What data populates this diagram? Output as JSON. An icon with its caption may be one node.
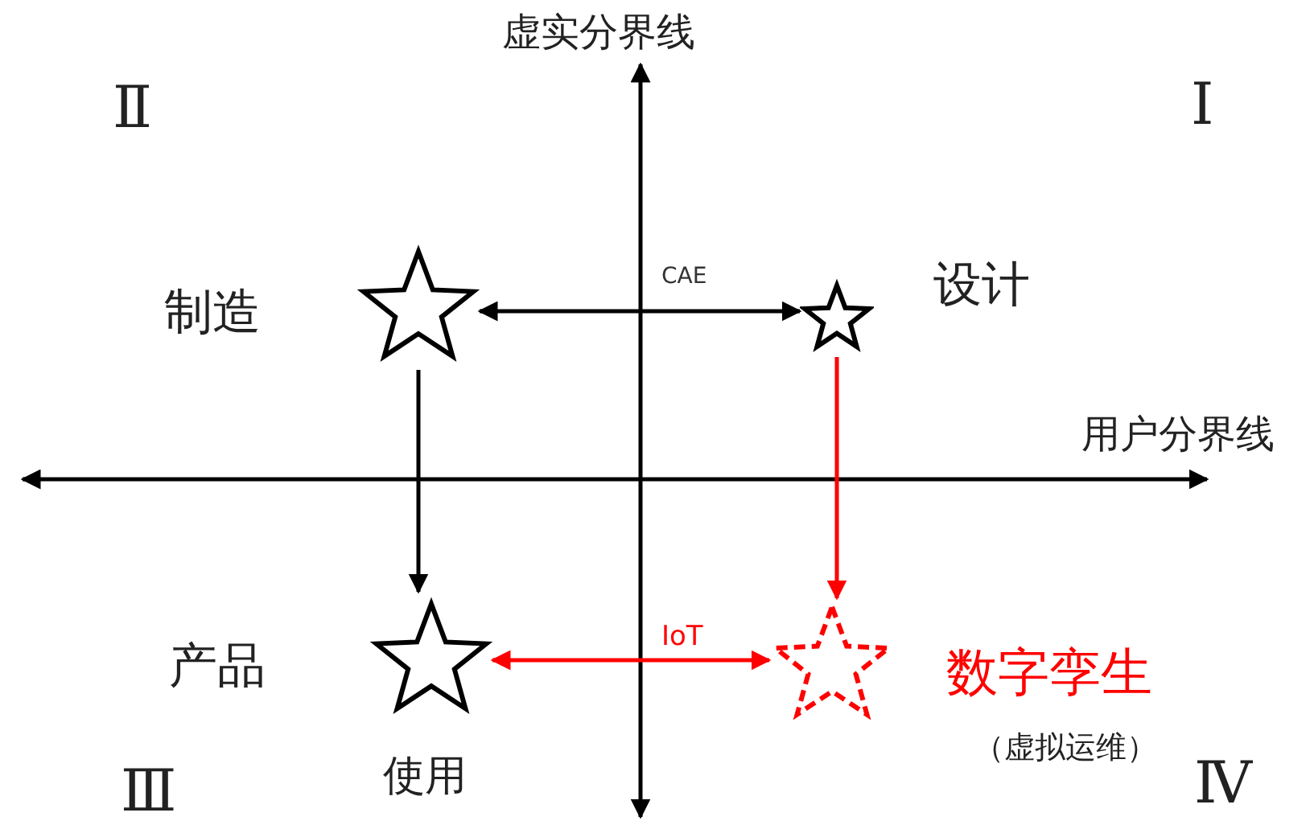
{
  "diagram": {
    "nodes": [
      {
        "text": [],
        "shape": "star",
        "beside": [
          "制造"
        ]
      },
      {
        "text": [],
        "shape": "star",
        "beside": [
          "设计"
        ]
      },
      {
        "text": [],
        "shape": "star",
        "beside": [
          "产品",
          "使用"
        ]
      },
      {
        "text": [],
        "shape": "star",
        "beside": [
          "数字孪生",
          "（虚拟运维）"
        ]
      }
    ],
    "edges": [
      {
        "from": 0,
        "to": 1,
        "arrow": "both",
        "label": "CAE"
      },
      {
        "from": 0,
        "to": 2,
        "arrow": "to"
      },
      {
        "from": 1,
        "to": 3,
        "arrow": "to",
        "color": "#ff0000"
      },
      {
        "from": 2,
        "to": 3,
        "arrow": "both",
        "label": "IoT",
        "color": "#ff0000"
      }
    ],
    "labels": [
      "虚实分界线",
      "Ⅱ",
      "Ⅰ",
      "用户分界线",
      "Ⅲ",
      "Ⅳ"
    ]
  }
}
